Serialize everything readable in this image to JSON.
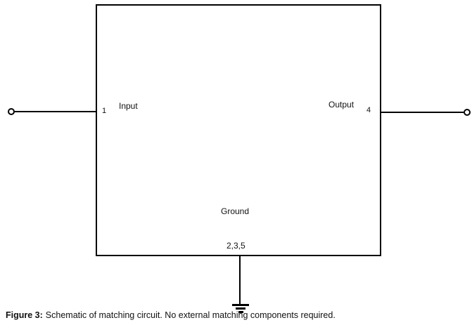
{
  "figure": {
    "labels": {
      "input_label": "Input",
      "input_pin": "1",
      "output_label": "Output",
      "output_pin": "4",
      "ground_label": "Ground",
      "ground_pins": "2,3,5"
    },
    "caption": {
      "label": "Figure 3:",
      "text": "Schematic of matching circuit. No external matching components required."
    },
    "colors": {
      "line": "#000000",
      "background": "#ffffff",
      "text": "#111111"
    }
  }
}
